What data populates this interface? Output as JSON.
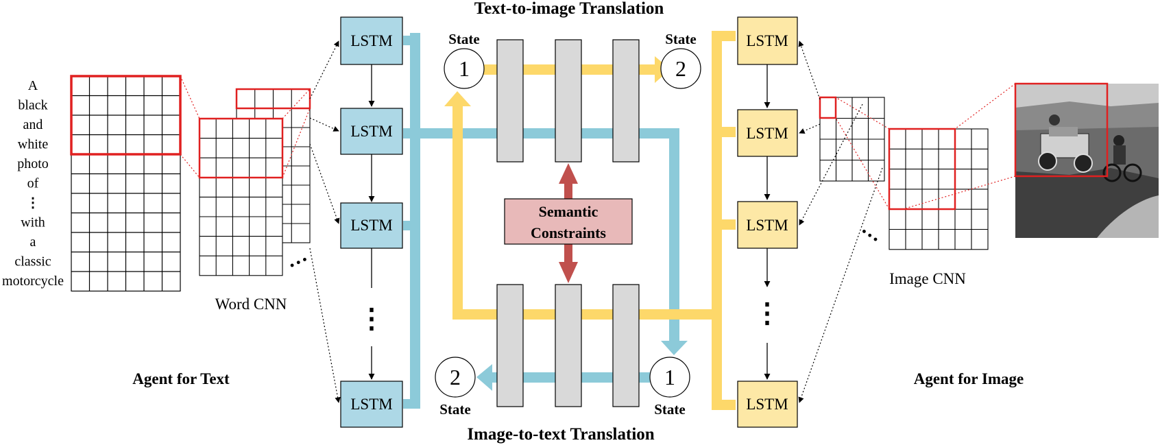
{
  "titles": {
    "top": "Text-to-image Translation",
    "bottom": "Image-to-text Translation"
  },
  "text_agent": {
    "caption_words": [
      "A",
      "black",
      "and",
      "white",
      "photo",
      "of",
      "⋮",
      "with",
      "a",
      "classic",
      "motorcycle"
    ],
    "word_cnn_label": "Word CNN",
    "agent_label": "Agent for Text",
    "ellipsis": "…"
  },
  "image_agent": {
    "image_cnn_label": "Image CNN",
    "agent_label": "Agent for Image",
    "ellipsis": "…"
  },
  "lstm": {
    "label": "LSTM",
    "vertical_dots": "⋮"
  },
  "states": {
    "state_label": "State",
    "one": "1",
    "two": "2"
  },
  "semantic": {
    "line1": "Semantic",
    "line2": "Constraints"
  },
  "colors": {
    "text_lstm_fill": "#add8e6",
    "image_lstm_fill": "#fde8a6",
    "blue_flow": "#8ccad9",
    "yellow_flow": "#fdd86a",
    "semantic_fill": "#e8b9b9",
    "semantic_arrow": "#c0504d",
    "highlight": "#e02020",
    "bar_fill": "#d9d9d9"
  }
}
